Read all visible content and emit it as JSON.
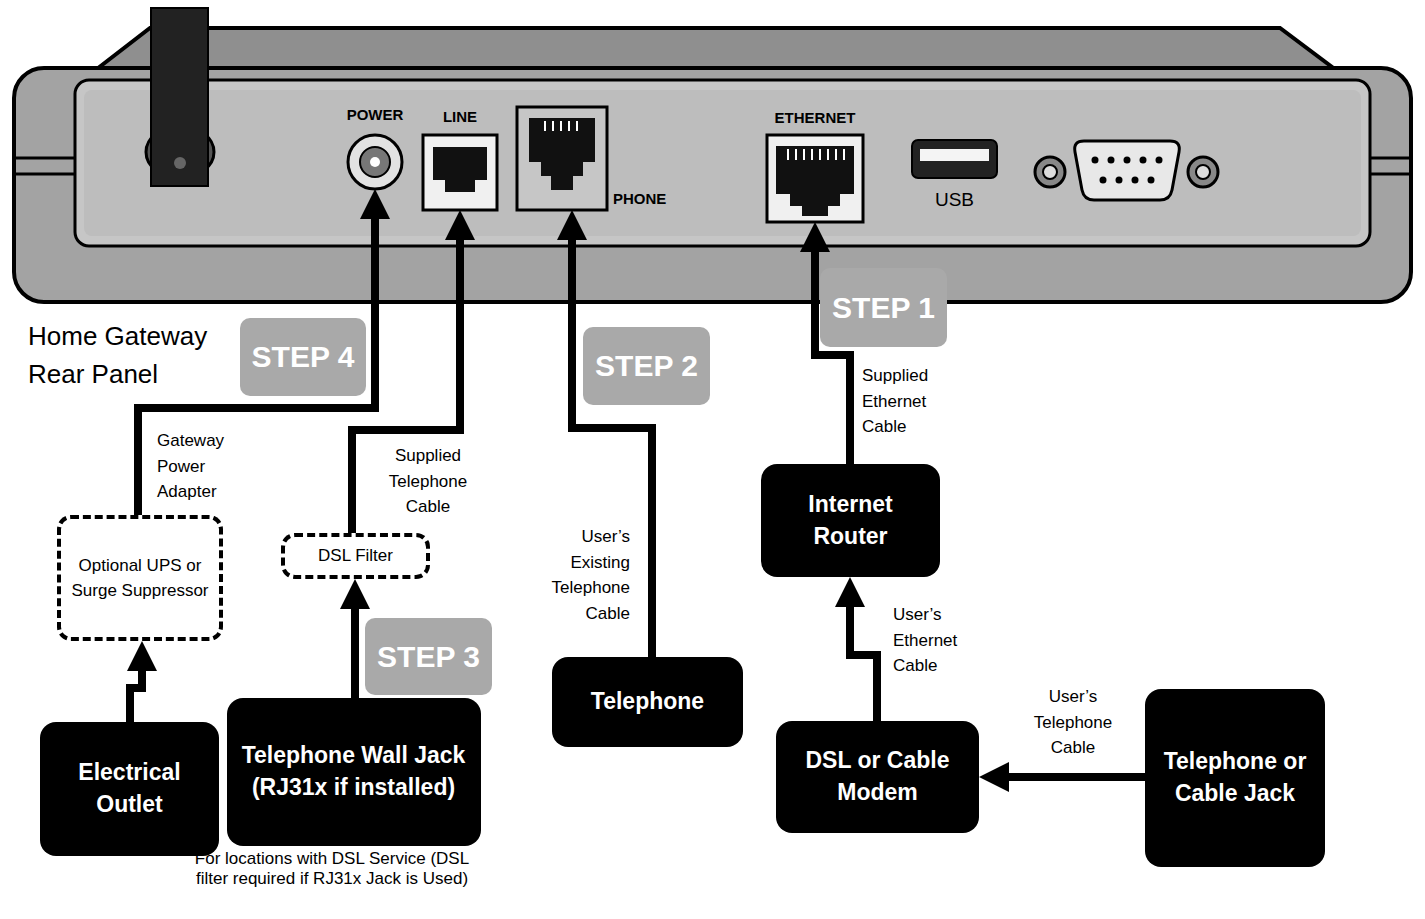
{
  "diagram": {
    "nodes": [
      {
        "text": [
          "Home Gateway Rear Panel"
        ]
      },
      {
        "text": [
          "POWER"
        ],
        "in": 0
      },
      {
        "text": [
          "LINE"
        ],
        "in": 0
      },
      {
        "text": [
          "PHONE"
        ],
        "in": 0
      },
      {
        "text": [
          "ETHERNET"
        ],
        "in": 0
      },
      {
        "text": [
          "USB"
        ],
        "in": 0
      },
      {
        "text": [
          "Optional UPS or Surge Suppressor"
        ]
      },
      {
        "text": [
          "DSL Filter"
        ]
      },
      {
        "text": [
          "Internet Router"
        ]
      },
      {
        "text": [
          "Electrical Outlet"
        ]
      },
      {
        "text": [
          "Telephone Wall Jack (RJ31x if installed)",
          "For locations with DSL Service (DSL filter required if RJ31x Jack is Used)"
        ]
      },
      {
        "text": [
          "Telephone"
        ]
      },
      {
        "text": [
          "DSL or Cable Modem"
        ]
      },
      {
        "text": [
          "Telephone or Cable Jack"
        ]
      }
    ],
    "edges": [
      {
        "from": 9,
        "to": 6,
        "arrow": "to"
      },
      {
        "from": 6,
        "to": 1,
        "label": "Gateway Power Adapter",
        "arrow": "to"
      },
      {
        "from": 10,
        "to": 7,
        "arrow": "to"
      },
      {
        "from": 7,
        "to": 2,
        "label": "Supplied Telephone Cable",
        "arrow": "to"
      },
      {
        "from": 11,
        "to": 3,
        "label": "User’s Existing Telephone Cable",
        "arrow": "to"
      },
      {
        "from": 8,
        "to": 4,
        "label": "Supplied Ethernet Cable",
        "arrow": "to"
      },
      {
        "from": 12,
        "to": 8,
        "label": "User’s Ethernet Cable",
        "arrow": "to"
      },
      {
        "from": 13,
        "to": 12,
        "label": "User’s Telephone Cable",
        "arrow": "to"
      }
    ],
    "labels": [
      "STEP 1",
      "STEP 2",
      "STEP 3",
      "STEP 4"
    ]
  }
}
